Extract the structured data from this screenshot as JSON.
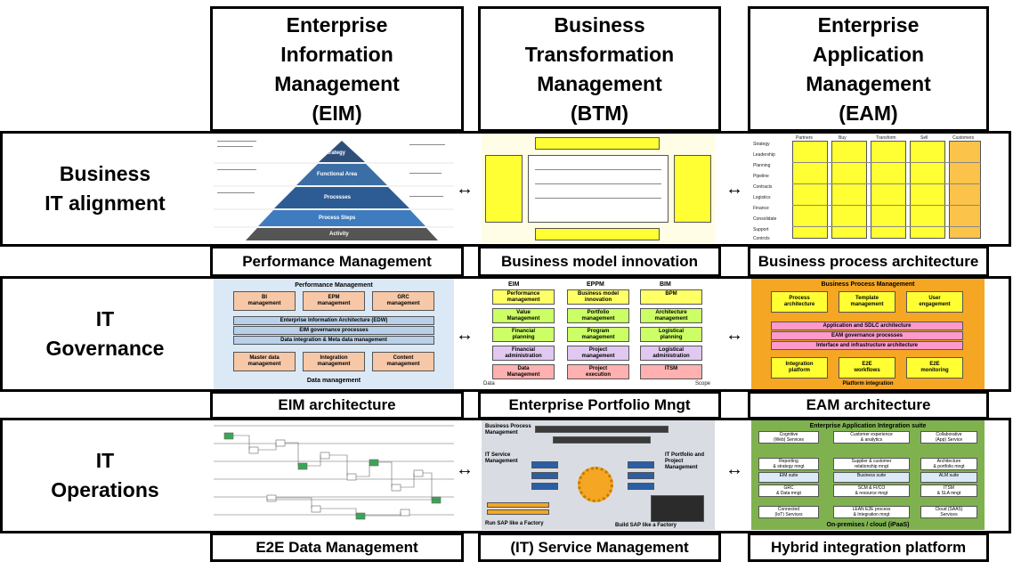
{
  "columns": [
    {
      "title": "Enterprise\nInformation\nManagement\n(EIM)"
    },
    {
      "title": "Business\nTransformation\nManagement\n(BTM)"
    },
    {
      "title": "Enterprise\nApplication\nManagement\n(EAM)"
    }
  ],
  "rows": [
    {
      "title": "Business\nIT alignment"
    },
    {
      "title": "IT\nGovernance"
    },
    {
      "title": "IT\nOperations"
    }
  ],
  "captions": {
    "r1": [
      "Performance Management",
      "Business  model  innovation",
      "Business process architecture"
    ],
    "r2": [
      "EIM architecture",
      "Enterprise Portfolio Mngt",
      "EAM architecture"
    ],
    "r3": [
      "E2E Data Management",
      "(IT) Service Management",
      "Hybrid integration platform"
    ]
  },
  "arrow_glyph": "↔",
  "thumbs": {
    "pyramid": [
      "Strategy",
      "Functional Area",
      "Processes",
      "Process Steps",
      "Activity"
    ],
    "eam_grid_cols": [
      "Partners",
      "Buy",
      "Transform",
      "Sell",
      "Customers"
    ],
    "eam_grid_rows": [
      "Strategy",
      "Leadership",
      "Planning",
      "Pipeline",
      "Contracts",
      "Logistics",
      "Finance",
      "Consolidate",
      "Support",
      "Controls"
    ],
    "eim_arch": {
      "top": "Performance Management",
      "boxes": [
        "BI\nmanagement",
        "EPM\nmanagement",
        "GRC\nmanagement"
      ],
      "bands": [
        "Enterprise Information Architecture (EDW)",
        "EIM governance processes",
        "Data integration & Meta data management"
      ],
      "bottom_boxes": [
        "Master data\nmanagement",
        "Integration\nmanagement",
        "Content\nmanagement"
      ],
      "base": "Data management"
    },
    "epm": {
      "heads": [
        "EIM",
        "EPPM",
        "BIM"
      ],
      "left": [
        "Performance\nmanagement",
        "Value\nManagement",
        "Financial\nplanning",
        "Financial\nadministration",
        "Data\nManagement"
      ],
      "mid": [
        "Business model\ninnovation",
        "Portfolio\nmanagement",
        "Program\nmanagement",
        "Project\nmanagement",
        "Project\nexecution"
      ],
      "right": [
        "BPM",
        "Architecture\nmanagement",
        "Logistical\nplanning",
        "Logistical\nadministration",
        "ITSM"
      ],
      "axis_left": "Data",
      "axis_right": "Scope"
    },
    "eam_arch": {
      "top": "Business Process Management",
      "boxes": [
        "Process\narchitecture",
        "Template\nmanagement",
        "User\nengagement"
      ],
      "bands": [
        "Application and SDLC architecture",
        "EAM governance processes",
        "Interface and infrastructure architecture"
      ],
      "bottom_boxes": [
        "Integration\nplatform",
        "E2E\nworkflows",
        "E2E\nmonitoring"
      ],
      "base": "Platform integration"
    },
    "hybrid": {
      "title": "Enterprise Application Integration suite",
      "top": [
        "Cognitive\n(Web) Services",
        "Customer experience\n& analytics",
        "Collaborative\n(App) Service"
      ],
      "mid_small": [
        "Reporting\n& strategy mngt",
        "Supplier & customer\nrelationship mngt",
        "Architecture\n& portfolio mngt"
      ],
      "suites": [
        "EIM suite",
        "Business suite",
        "ALM suite"
      ],
      "mid_low": [
        "GRC\n& Data mngt",
        "SCM & FI/CO\n& resource mngt",
        "ITSM\n& SLA mngt"
      ],
      "bottom": [
        "Connected\n(IoT) Services",
        "LEAN E2E process\n& Integration mngt",
        "Cloud (SAAS)\nServices"
      ],
      "base": "On-premises / cloud (iPaaS)"
    },
    "itsm": {
      "title": "Business Process\nManagement",
      "left": "IT Service\nManagement",
      "right": "IT Portfolio and\nProject\nManagement",
      "foot_left": "Run SAP like a Factory",
      "foot_right": "Build SAP like a Factory"
    }
  },
  "colors": {
    "yellow": "#ffff33",
    "pink": "#ff99cc",
    "light_blue": "#bcd7f0",
    "orange": "#f5a623"
  }
}
